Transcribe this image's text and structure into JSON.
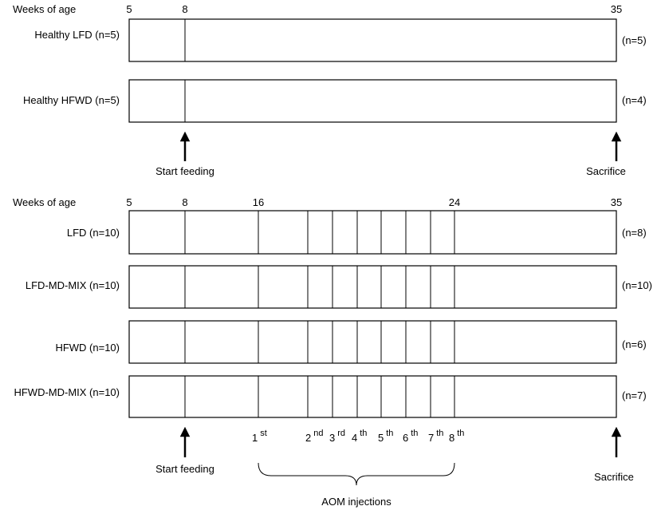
{
  "timeline_top": {
    "axis_label": "Weeks of age",
    "weeks": [
      "5",
      "8",
      "35"
    ],
    "groups": [
      {
        "name": "Healthy LFD (n=5)",
        "final": "(n=5)"
      },
      {
        "name": "Healthy HFWD (n=5)",
        "final": "(n=4)"
      }
    ],
    "start_label": "Start feeding",
    "end_label": "Sacrifice"
  },
  "timeline_bottom": {
    "axis_label": "Weeks of age",
    "weeks": [
      "5",
      "8",
      "16",
      "24",
      "35"
    ],
    "groups": [
      {
        "name": "LFD (n=10)",
        "final": "(n=8)"
      },
      {
        "name": "LFD-MD-MIX (n=10)",
        "final": "(n=10)"
      },
      {
        "name": "HFWD (n=10)",
        "final": "(n=6)"
      },
      {
        "name": "HFWD-MD-MIX (n=10)",
        "final": "(n=7)"
      }
    ],
    "injections": [
      {
        "num": "1",
        "sup": "st"
      },
      {
        "num": "2",
        "sup": "nd"
      },
      {
        "num": "3",
        "sup": "rd"
      },
      {
        "num": "4",
        "sup": "th"
      },
      {
        "num": "5",
        "sup": "th"
      },
      {
        "num": "6",
        "sup": "th"
      },
      {
        "num": "7",
        "sup": "th"
      },
      {
        "num": "8",
        "sup": "th"
      }
    ],
    "injection_label": "AOM injections",
    "start_label": "Start feeding",
    "end_label": "Sacrifice"
  }
}
